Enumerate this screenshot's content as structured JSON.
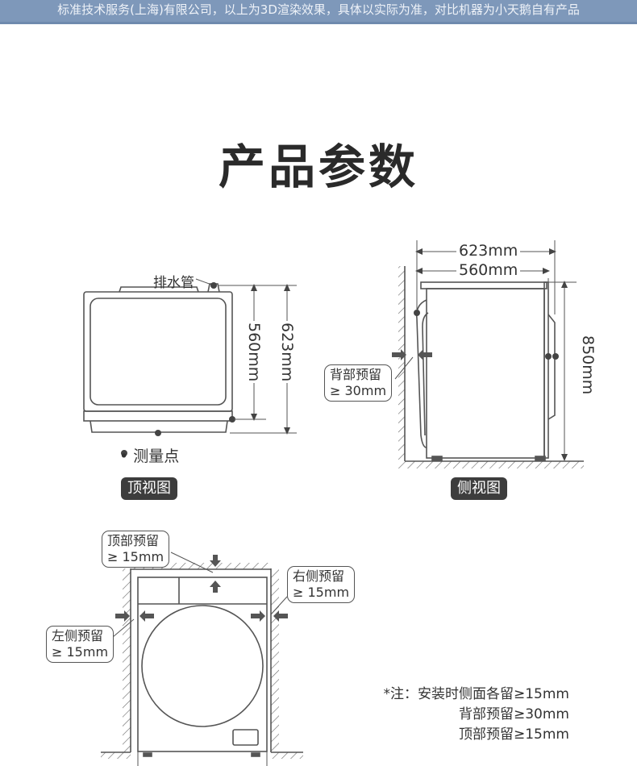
{
  "banner": {
    "text": "标准技术服务(上海)有限公司，以上为3D渲染效果，具体以实际为准，对比机器为小天鹅自有产品",
    "color": "#7e98ba"
  },
  "title": "产品参数",
  "top_view": {
    "drain_label": "排水管",
    "dim_inner": "560mm",
    "dim_outer": "623mm",
    "legend": "• 测量点",
    "badge": "顶视图"
  },
  "side_view": {
    "dim_outer": "623mm",
    "dim_inner": "560mm",
    "height": "850mm",
    "rear_callout_line1": "背部预留",
    "rear_callout_line2": "≥ 30mm",
    "badge": "侧视图"
  },
  "front_view": {
    "top_callout_line1": "顶部预留",
    "top_callout_line2": "≥ 15mm",
    "right_callout_line1": "右侧预留",
    "right_callout_line2": "≥ 15mm",
    "left_callout_line1": "左侧预留",
    "left_callout_line2": "≥ 15mm"
  },
  "notes": {
    "line1": "*注：安装时侧面各留≥15mm",
    "line2": "背部预留≥30mm",
    "line3": "顶部预留≥15mm"
  }
}
